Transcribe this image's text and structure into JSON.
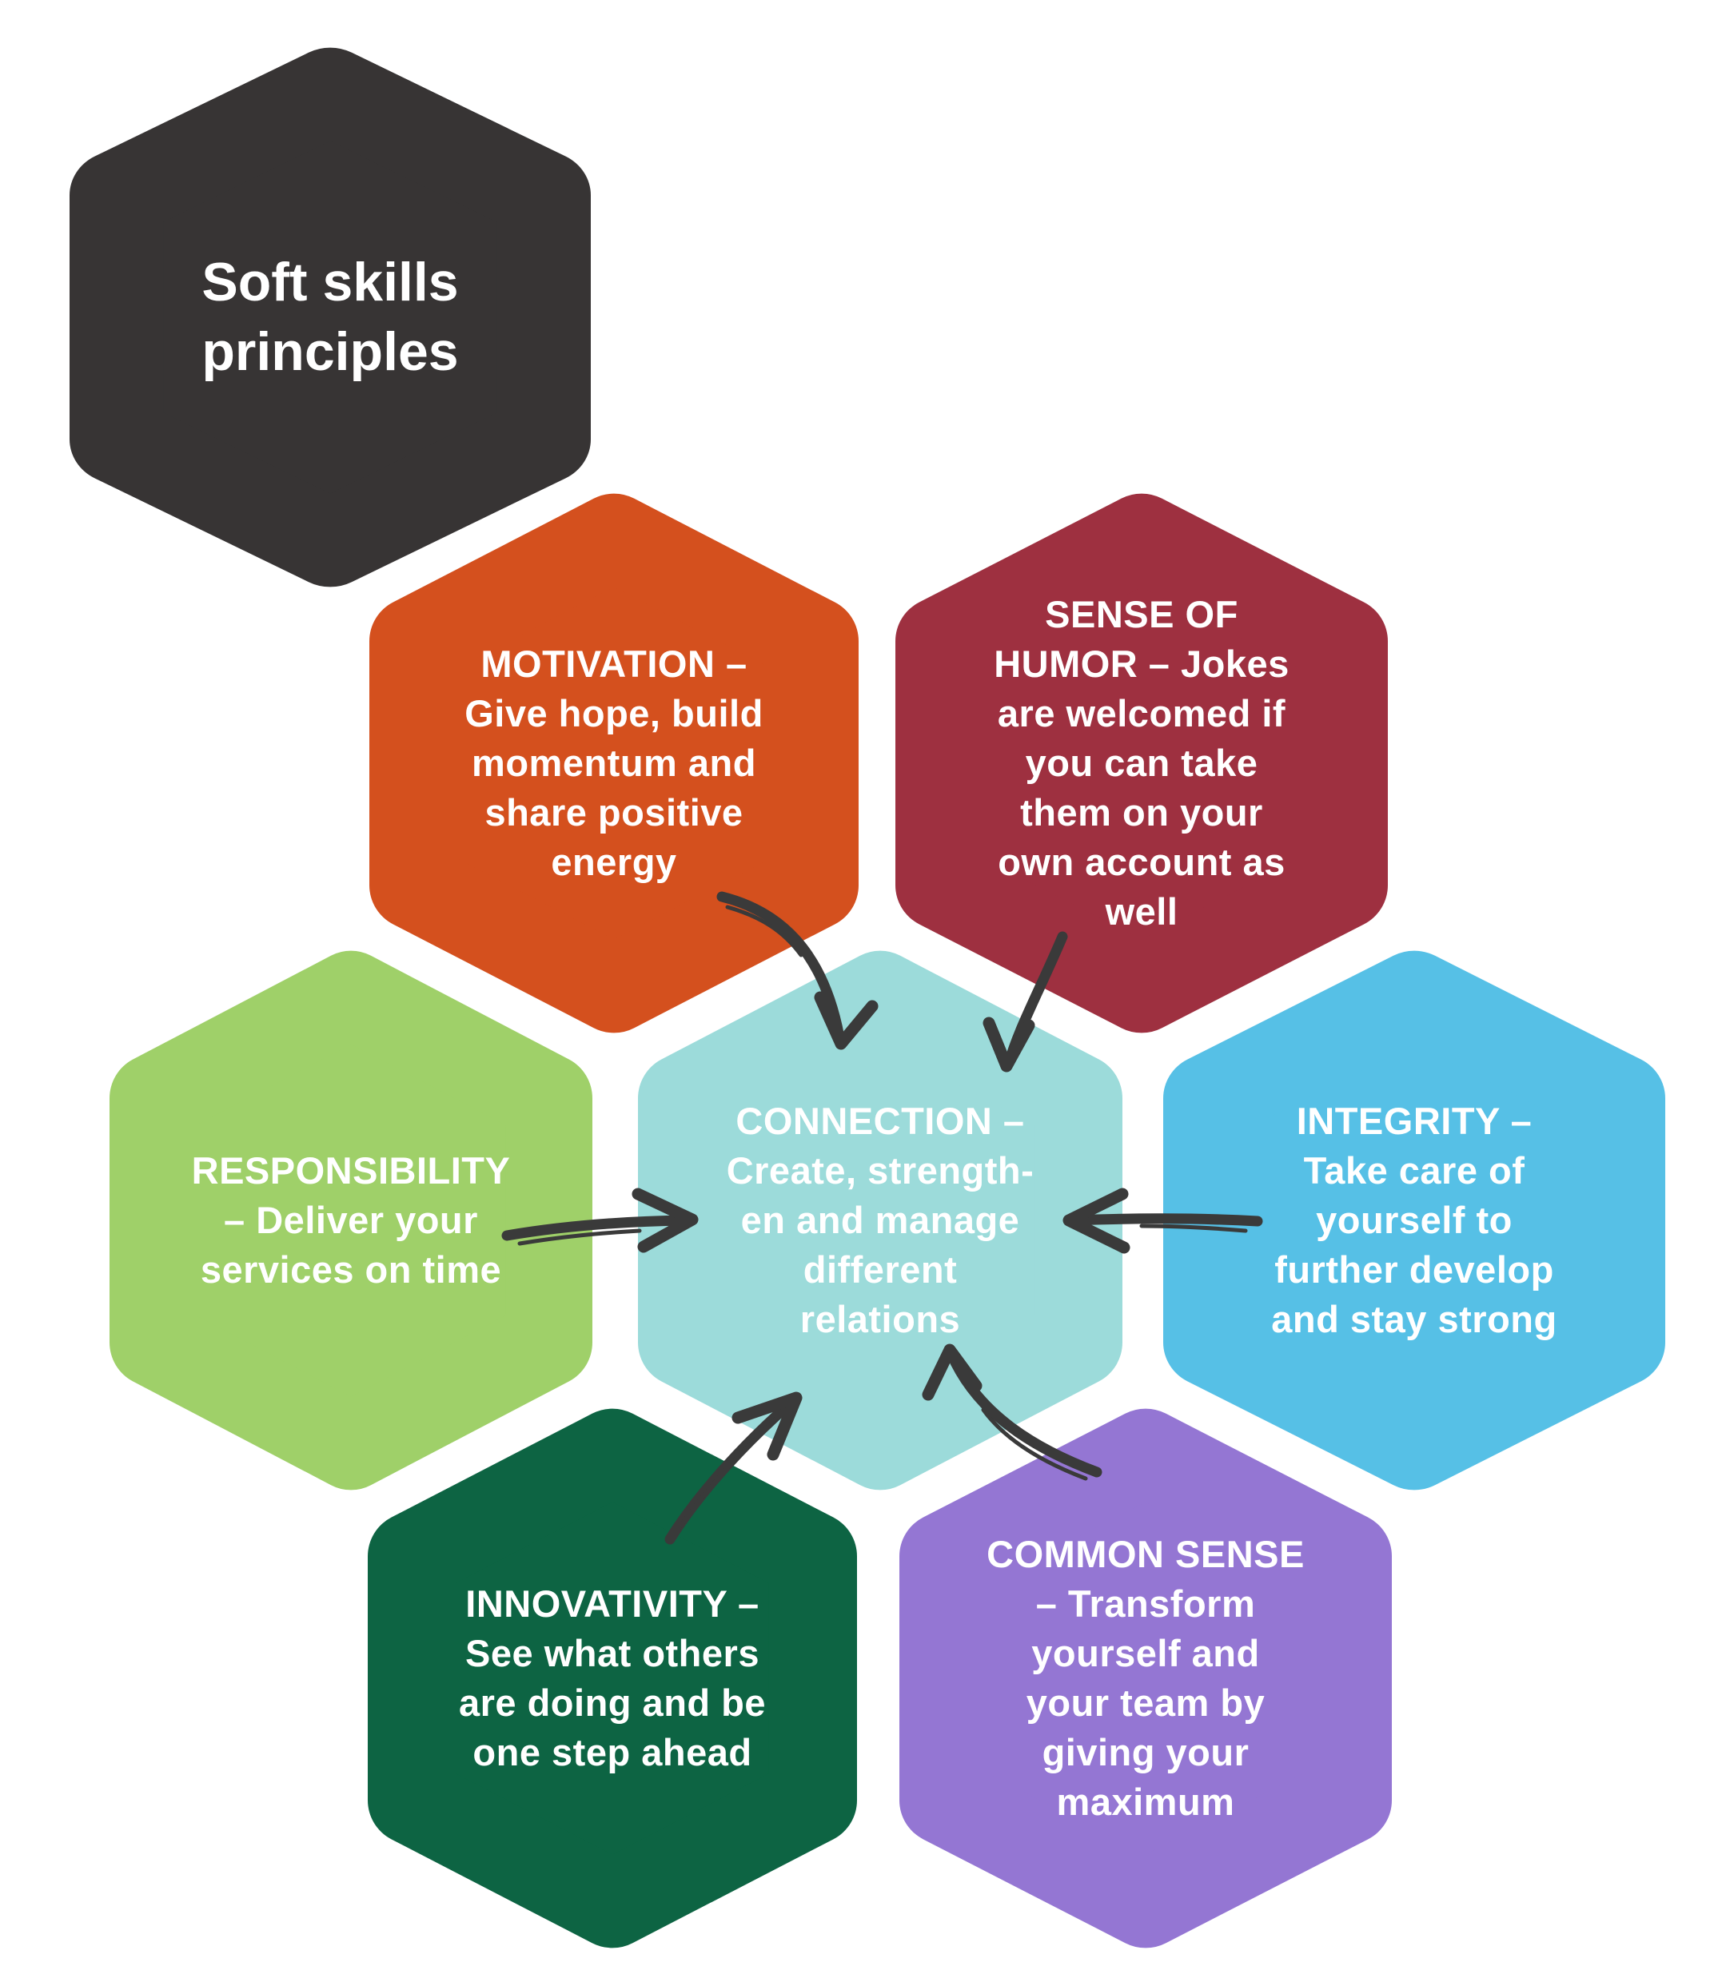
{
  "background": "#ffffff",
  "text_color": "#ffffff",
  "title": {
    "id": "title",
    "text": "Soft skills\nprinciples",
    "color": "#373434"
  },
  "hexes": [
    {
      "id": "motivation",
      "label": "MOTIVATION –\nGive hope, build\nmomentum and\nshare positive\nenergy",
      "color": "#d4501e"
    },
    {
      "id": "sense-of-humor",
      "label": "SENSE OF\nHUMOR – Jokes\nare welcomed if\nyou can take\nthem on your\nown account as\nwell",
      "color": "#9e3040"
    },
    {
      "id": "responsibility",
      "label": "RESPONSIBILITY\n– Deliver your\nservices on time",
      "color": "#9fd069"
    },
    {
      "id": "connection",
      "label": "CONNECTION –\nCreate, strength-\nen and manage\ndifferent\nrelations",
      "color": "#9cdbda"
    },
    {
      "id": "integrity",
      "label": "INTEGRITY –\nTake care of\nyourself to\nfurther develop\nand stay strong",
      "color": "#56c0e6"
    },
    {
      "id": "innovativity",
      "label": "INNOVATIVITY –\nSee what others\nare doing and be\none step ahead",
      "color": "#0d6443"
    },
    {
      "id": "common-sense",
      "label": "COMMON SENSE\n– Transform\nyourself and\nyour team by\ngiving your\nmaximum",
      "color": "#9476d3"
    }
  ],
  "arrows": {
    "color": "#3a3a3a",
    "links": [
      {
        "from": "motivation",
        "to": "connection"
      },
      {
        "from": "sense-of-humor",
        "to": "connection"
      },
      {
        "from": "responsibility",
        "to": "connection"
      },
      {
        "from": "integrity",
        "to": "connection"
      },
      {
        "from": "innovativity",
        "to": "connection"
      },
      {
        "from": "common-sense",
        "to": "connection"
      }
    ]
  }
}
